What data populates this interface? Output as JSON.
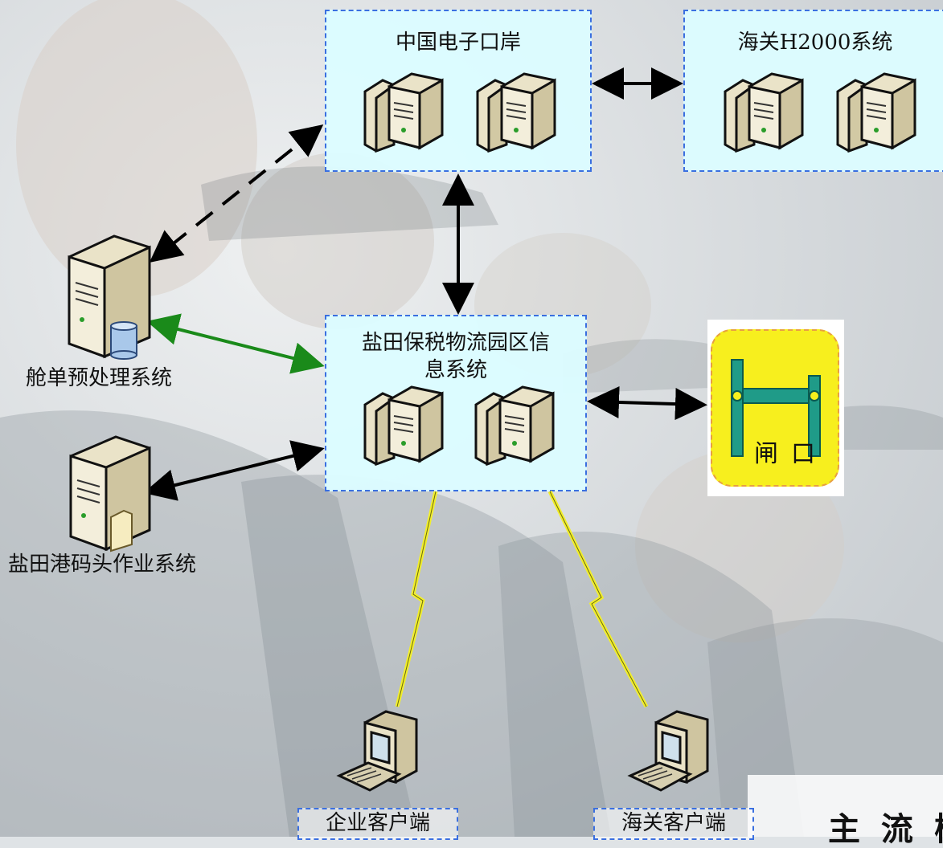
{
  "nodes": {
    "eport": {
      "title": "中国电子口岸"
    },
    "h2000": {
      "title": "海关H2000系统"
    },
    "park": {
      "title_line1": "盐田保税物流园区信",
      "title_line2": "息系统"
    },
    "manifest": {
      "label": "舱单预处理系统"
    },
    "terminal": {
      "label": "盐田港码头作业系统"
    },
    "gate": {
      "label": "闸口"
    },
    "enterprise_client": {
      "label": "企业客户端"
    },
    "customs_client": {
      "label": "海关客户端"
    }
  },
  "edges": [
    {
      "from": "中国电子口岸",
      "to": "海关H2000系统",
      "style": "bidirectional",
      "color": "#000000"
    },
    {
      "from": "中国电子口岸",
      "to": "盐田保税物流园区信息系统",
      "style": "bidirectional",
      "color": "#000000"
    },
    {
      "from": "中国电子口岸",
      "to": "舱单预处理系统",
      "style": "bidirectional-dashed",
      "color": "#000000"
    },
    {
      "from": "舱单预处理系统",
      "to": "盐田保税物流园区信息系统",
      "style": "bidirectional",
      "color": "#1a8a1a"
    },
    {
      "from": "盐田港码头作业系统",
      "to": "盐田保税物流园区信息系统",
      "style": "bidirectional",
      "color": "#000000"
    },
    {
      "from": "盐田保税物流园区信息系统",
      "to": "闸口",
      "style": "bidirectional",
      "color": "#000000"
    },
    {
      "from": "盐田保税物流园区信息系统",
      "to": "企业客户端",
      "style": "wireless",
      "color": "#f2ef2a"
    },
    {
      "from": "盐田保税物流园区信息系统",
      "to": "海关客户端",
      "style": "wireless",
      "color": "#f2ef2a"
    }
  ],
  "partial_text": "主 流 槛",
  "icons": [
    "server-icon",
    "database-server-icon",
    "file-server-icon",
    "workstation-icon",
    "gate-barrier-icon"
  ]
}
